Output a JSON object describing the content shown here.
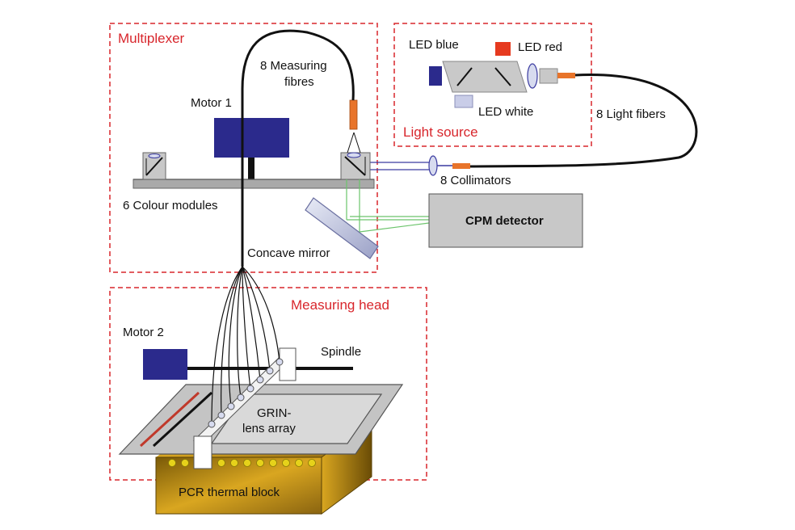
{
  "colors": {
    "box_border": "#d8262c",
    "box_label": "#d8262c",
    "led_blue": "#2b2a8c",
    "led_red": "#e63a1f",
    "led_white": "#c9cde8",
    "motor": "#2b2a8c",
    "fibre_connector": "#e8742a",
    "detector_fill": "#c8c8c8",
    "beam_green": "#6cc46c",
    "beam_blue": "#3a3aa0",
    "thermal_block": "#b8860b",
    "wells": "#e6d21a"
  },
  "boxes": {
    "multiplexer": "Multiplexer",
    "light_source": "Light source",
    "measuring_head": "Measuring head"
  },
  "labels": {
    "measuring_fibres_line1": "8 Measuring",
    "measuring_fibres_line2": "fibres",
    "motor1": "Motor 1",
    "colour_modules": "6 Colour modules",
    "concave_mirror": "Concave mirror",
    "led_blue": "LED blue",
    "led_red": "LED red",
    "led_white": "LED white",
    "light_fibers": "8 Light fibers",
    "collimators": "8 Collimators",
    "cpm_detector": "CPM detector",
    "motor2": "Motor 2",
    "spindle": "Spindle",
    "grin_line1": "GRIN-",
    "grin_line2": "lens array",
    "pcr_block": "PCR thermal block"
  },
  "icons": [
    "led-blue-icon",
    "led-red-icon",
    "led-white-icon",
    "motor-icon",
    "colour-module-icon",
    "collimator-icon",
    "concave-mirror-icon",
    "fibre-connector-icon"
  ]
}
